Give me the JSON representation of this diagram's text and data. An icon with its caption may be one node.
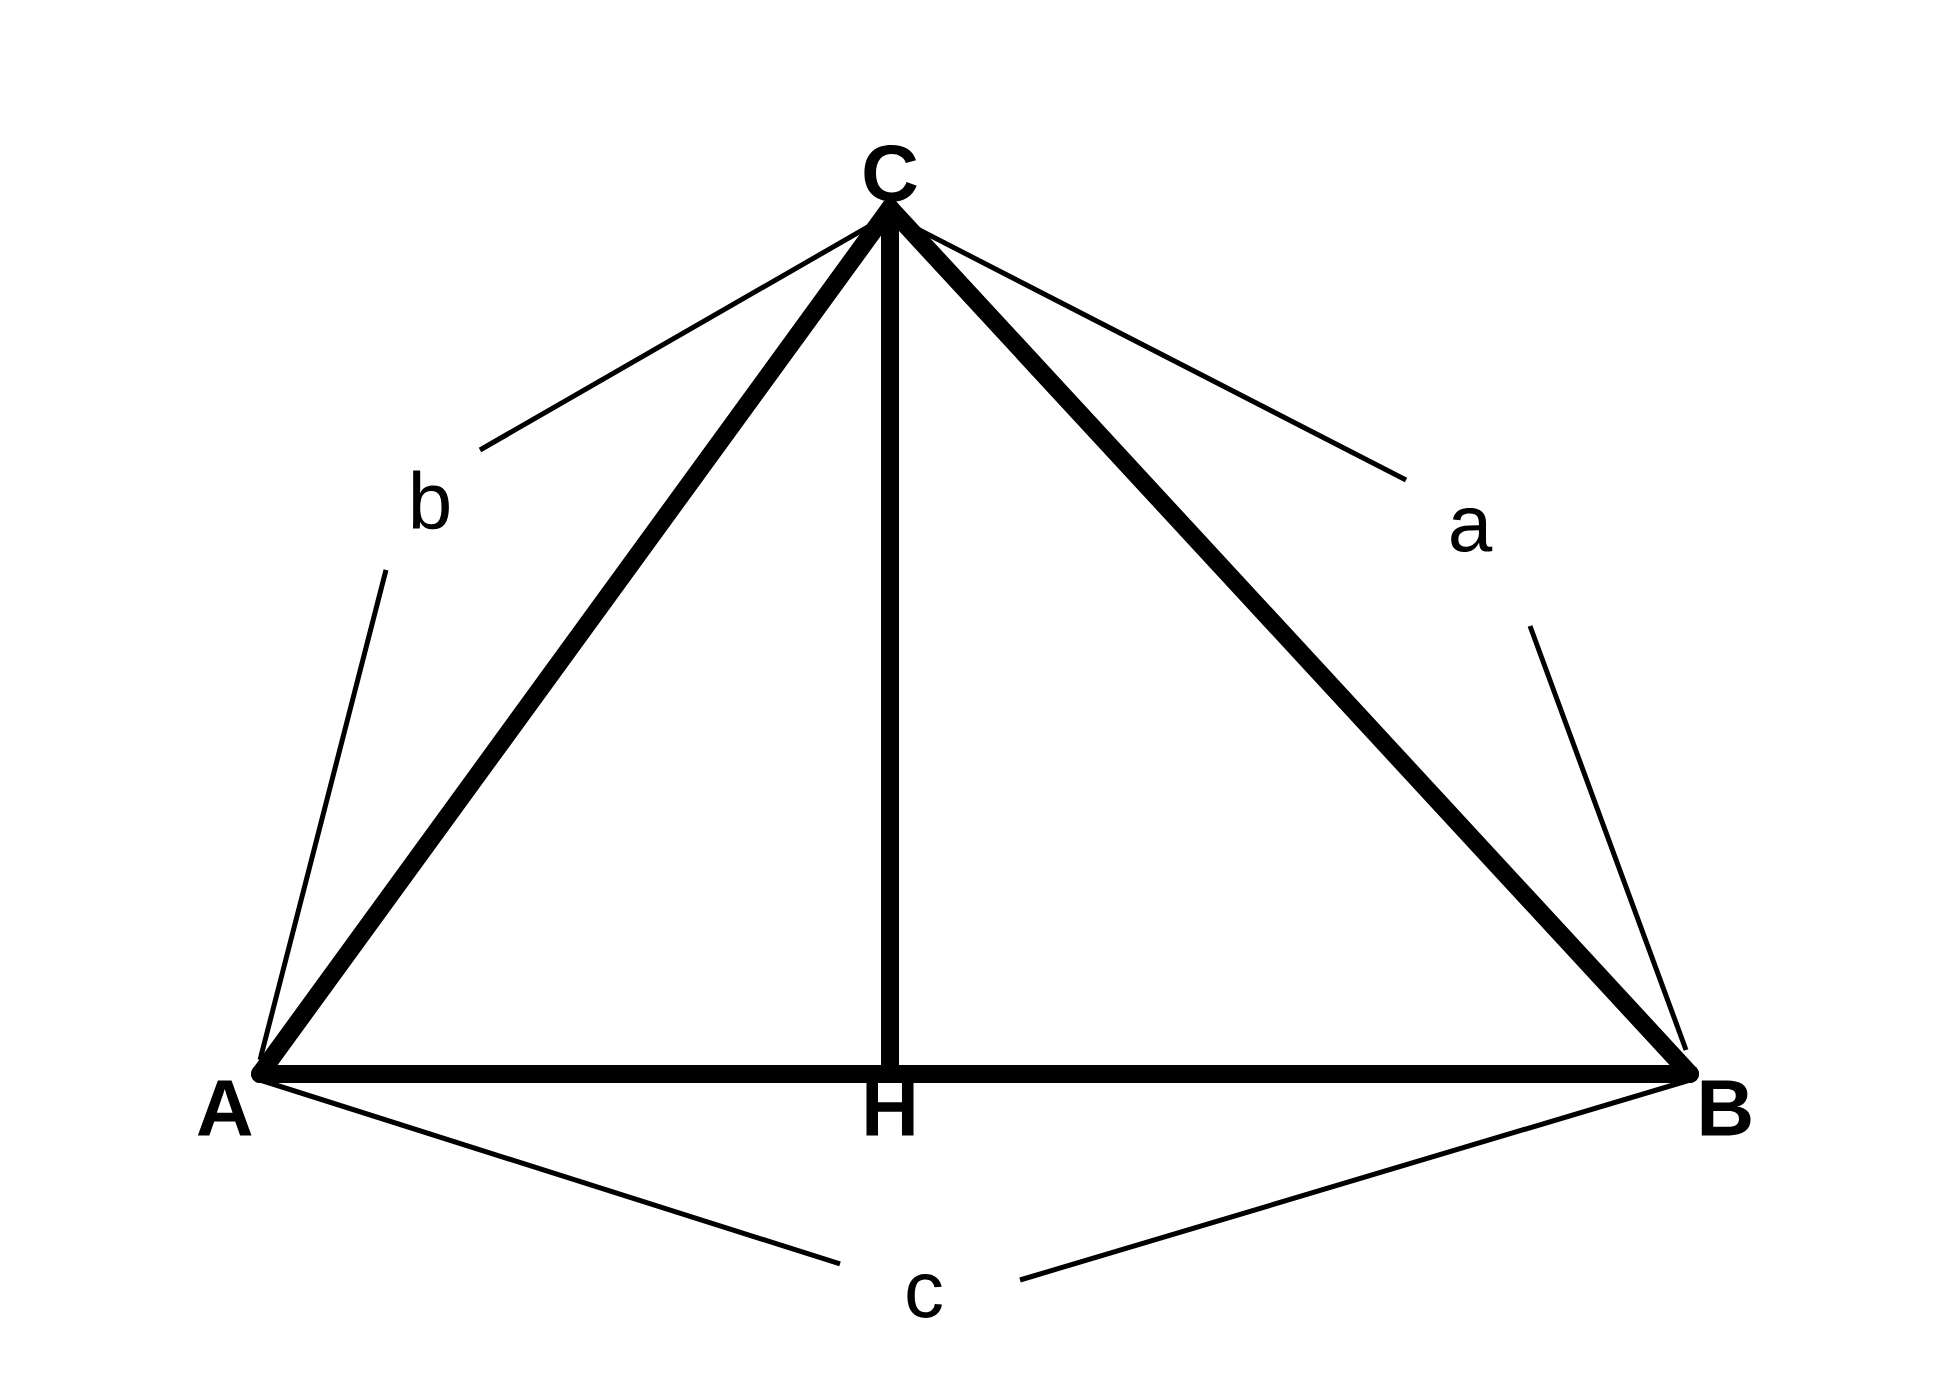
{
  "diagram": {
    "nodes": [
      {
        "text": [
          "C"
        ]
      },
      {
        "text": [
          "A"
        ]
      },
      {
        "text": [
          "H"
        ]
      },
      {
        "text": [
          "B"
        ]
      }
    ],
    "edges": [
      {
        "from": 0,
        "to": 1,
        "arrow": "none"
      },
      {
        "from": 0,
        "to": 3,
        "arrow": "none"
      },
      {
        "from": 1,
        "to": 2,
        "arrow": "none"
      },
      {
        "from": 2,
        "to": 3,
        "arrow": "none"
      },
      {
        "from": 0,
        "to": 2,
        "arrow": "none"
      }
    ],
    "labels": [
      "b",
      "a",
      "c"
    ]
  }
}
